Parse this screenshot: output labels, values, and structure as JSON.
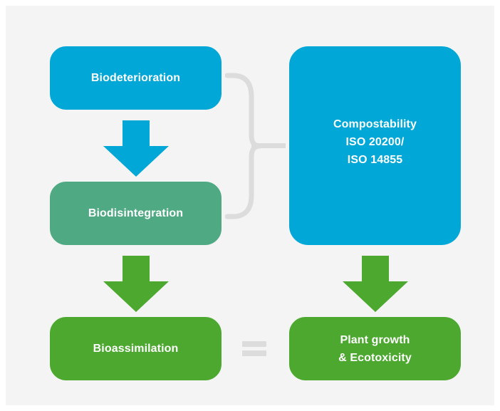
{
  "diagram": {
    "background_color": "#f4f4f4",
    "frame_color": "#ffffff",
    "nodes": {
      "biodeterioration": {
        "label": "Biodeterioration",
        "color": "#00a7d7",
        "text_color": "#ffffff",
        "shape": "rounded-rectangle"
      },
      "biodisintegration": {
        "label": "Biodisintegration",
        "color": "#4faa83",
        "text_color": "#ffffff",
        "shape": "rounded-rectangle"
      },
      "bioassimilation": {
        "label": "Bioassimilation",
        "color": "#4ca82e",
        "text_color": "#ffffff",
        "shape": "rounded-rectangle"
      },
      "compostability": {
        "label": "Compostability\nISO 20200/\nISO 14855",
        "color": "#00a7d7",
        "text_color": "#ffffff",
        "shape": "rounded-rectangle"
      },
      "plant_growth": {
        "label": "Plant growth\n& Ecotoxicity",
        "color": "#4ca82e",
        "text_color": "#ffffff",
        "shape": "rounded-rectangle"
      }
    },
    "arrows": [
      {
        "name": "biodeterioration-to-biodisintegration",
        "icon": "arrow-down-icon",
        "color": "#00a7d7",
        "from": "biodeterioration",
        "to": "biodisintegration"
      },
      {
        "name": "biodisintegration-to-bioassimilation",
        "icon": "arrow-down-icon",
        "color": "#4ca82e",
        "from": "biodisintegration",
        "to": "bioassimilation"
      },
      {
        "name": "compostability-to-plant-growth",
        "icon": "arrow-down-icon",
        "color": "#4ca82e",
        "from": "compostability",
        "to": "plant_growth"
      }
    ],
    "connectors": [
      {
        "name": "bracket-connector",
        "icon": "curly-brace-icon",
        "color": "#dcdcdc",
        "from": [
          "biodeterioration",
          "biodisintegration"
        ],
        "to": "compostability"
      }
    ],
    "equals_sign": {
      "name": "equals-sign",
      "symbol": "=",
      "color": "#dcdcdc",
      "left": "bioassimilation",
      "right": "plant_growth"
    }
  }
}
